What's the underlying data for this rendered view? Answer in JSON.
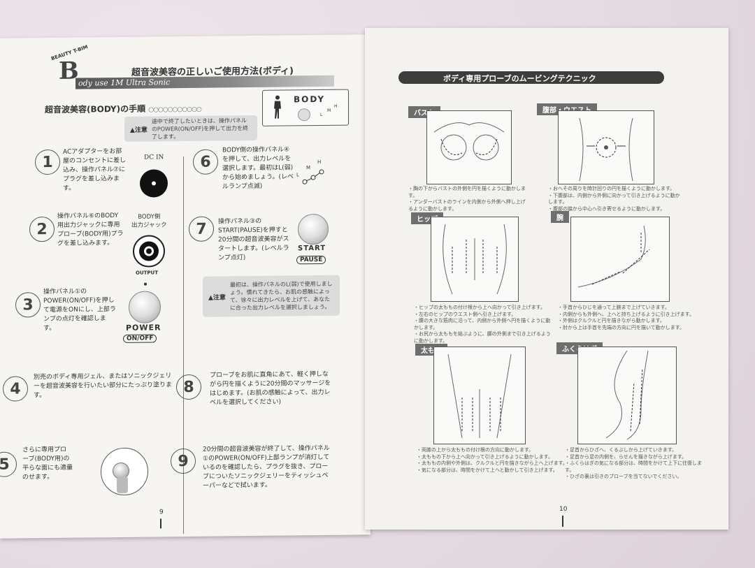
{
  "left_page": {
    "brand_top": "BEAUTY T-BIM",
    "brand_letter": "B",
    "brand_sub": "ody use 1M Ultra Sonic",
    "main_title": "超音波美容の正しいご使用方法(ボディ)",
    "section_title": "超音波美容(BODY)の手順",
    "section_dots": "○○○○○○○○○○○",
    "body_panel_label": "BODY",
    "lmh": [
      "L",
      "M",
      "H"
    ],
    "top_note": {
      "label": "注意",
      "text": "途中で終了したいときは、操作パネルのPOWER(ON/OFF)を押して出力を終了します。"
    },
    "steps": [
      {
        "n": "1",
        "text": "ACアダプターをお部屋のコンセントに差し込み、操作パネル⑦にプラグを差し込みます。"
      },
      {
        "n": "2",
        "text": "操作パネル⑥のBODY用出力ジャックに専用プローブ(BODY用)プラグを差し込みます。"
      },
      {
        "n": "3",
        "text": "操作パネル①のPOWER(ON/OFF)を押して電源をONにし、上部ランプの点灯を確認します。"
      },
      {
        "n": "4",
        "text": "別売のボディ専用ジェル、またはソニックジェリーを超音波美容を行いたい部分にたっぷり塗ります。"
      },
      {
        "n": "5",
        "text": "さらに専用プローブ(BODY用)の平らな面にも適量のせます。"
      },
      {
        "n": "6",
        "text": "BODY側の操作パネル④を押して、出力レベルを選択します。最初はL(弱)から始めましょう。(レベルランプ点滅)"
      },
      {
        "n": "7",
        "text": "操作パネル③のSTART(PAUSE)を押すと20分間の超音波美容がスタートします。(レベルランプ点灯)"
      },
      {
        "n": "8",
        "text": "プローブをお肌に直角にあて、軽く押しながら円を描くように20分間のマッサージをはじめます。(お肌の感触によって、出力レベルを選択してください)"
      },
      {
        "n": "9",
        "text": "20分間の超音波美容が終了して、操作パネル①のPOWER(ON/OFF)上部ランプが消灯しているのを確認したら、プラグを抜き、プローブについたソニックジェリーをティッシュペーパーなどで拭います。"
      }
    ],
    "dc_in": "DC IN",
    "jack_label": "BODY側\n出力ジャック",
    "output_label": "OUTPUT",
    "power_label": "POWER",
    "onoff_label": "ON/OFF",
    "start_label": "START",
    "pause_label": "PAUSE",
    "mid_note": {
      "label": "注意",
      "text": "最初は、操作パネルのL(弱)で使用しましょう。慣れてきたら、お肌の感触によって、徐々に出力レベルを上げて、あなたに合った出力レベルを選択しましょう。"
    },
    "page_number": "9"
  },
  "right_page": {
    "header": "ボディ専用プローブのムービングテクニック",
    "panels": [
      {
        "tag": "バスト",
        "caption": "・胸の下からバストの外側を円を描くように動かします。\n・アンダーバストのラインを内側から外側へ押し上げるように動かします。"
      },
      {
        "tag": "腹部・ウエスト",
        "caption": "・おへその周りを時計回りの円を描くように動かします。\n・下腹部は、内側から外側に向かって引き上げるように動かします。\n・腹部の脇から中心へ引き寄せるように動かします。"
      },
      {
        "tag": "ヒップ",
        "caption": "・ヒップの太ももの付け根から上へ向かって引き上げます。\n・左右のヒップのウエスト側へ引き上げます。\n・腰の大きな筋肉に沿って、内側から外側へ円を描くように動かします。\n・お尻から太ももを結ぶように、腰の外側まで引き上げるように動かします。"
      },
      {
        "tag": "腕",
        "caption": "・手首からひじを通って上腕まで上げていきます。\n・内側からも外側へ、上へと持ち上げるように引き上げます。\n・外側はクルクルと円を描きながら動かします。\n・肘から上は手首を先端の方向に円を描いて動かします。"
      },
      {
        "tag": "太もも",
        "caption": "・両膝の上から太ももの付け根の方向に動かします。\n・太ももの下から上へ向かって引き上げるように動かします。\n・太ももの内側や外側は、クルクルと円を描きながら上へ上げます。\n・気になる部分は、時間をかけて上へと動かして引き上げます。"
      },
      {
        "tag": "ふくらはぎ",
        "caption": "・足首からひざへ、くるぶしから上げていきます。\n・足首から足の内側を、らせんを描きながら上げます。\n・ふくらはぎの気になる部分は、時間をかけて上下に往復します。\n・ひざの裏は引きのプローブを当てないでください。"
      }
    ],
    "page_number": "10"
  },
  "colors": {
    "header_bg": "#3d3d3d",
    "tag_bg": "#6e6e6e",
    "note_bg": "#dcdcdc",
    "paper": "#f6f5f2"
  }
}
